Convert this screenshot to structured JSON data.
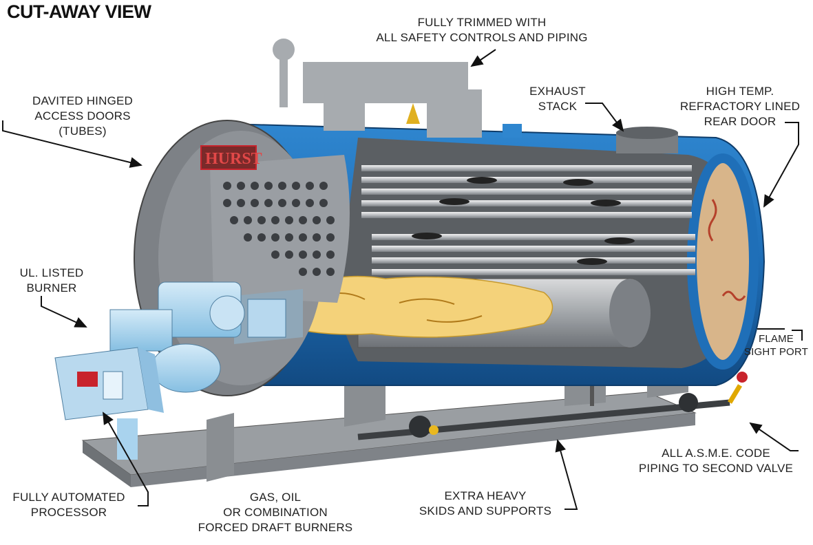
{
  "title": "CUT-AWAY VIEW",
  "brand": "HURST",
  "labels": {
    "safety_controls": "FULLY TRIMMED WITH\nALL SAFETY CONTROLS AND PIPING",
    "access_doors": "DAVITED HINGED\nACCESS DOORS\n(TUBES)",
    "exhaust_stack": "EXHAUST\nSTACK",
    "rear_door": "HIGH TEMP.\nREFRACTORY LINED\nREAR DOOR",
    "burner": "UL. LISTED\nBURNER",
    "flame_sight_port": "FLAME\nSIGHT PORT",
    "asme_piping": "ALL A.S.M.E. CODE\nPIPING TO SECOND VALVE",
    "processor": "FULLY AUTOMATED\nPROCESSOR",
    "burners": "GAS, OIL\nOR COMBINATION\nFORCED DRAFT BURNERS",
    "skids": "EXTRA HEAVY\nSKIDS AND SUPPORTS"
  },
  "colors": {
    "shell_blue": "#1f6fb8",
    "steel_gray": "#8f9398",
    "flame_yellow": "#f4d27a",
    "burner_blue": "#a9d3ee",
    "brand_red": "#c8232c"
  }
}
